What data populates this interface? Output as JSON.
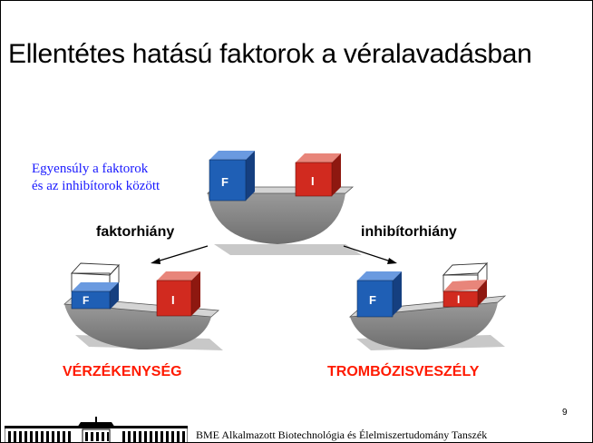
{
  "slide": {
    "title": "Ellentétes hatású faktorok a véralavadásban",
    "balanced_note_line1": "Egyensúly a faktorok",
    "balanced_note_line2": "és az inhibítorok között",
    "left_label": "faktorhiány",
    "right_label": "inhibítorhiány",
    "left_outcome": "VÉRZÉKENYSÉG",
    "right_outcome": "TROMBÓZISVESZÉLY",
    "factor_letter": "F",
    "inhibitor_letter": "I",
    "page_number": "9",
    "footer": "BME Alkalmazott Biotechnológia és Élelmiszertudomány Tanszék"
  },
  "colors": {
    "factor": "#1f5fb5",
    "inhibitor": "#d12a1f",
    "outcome": "#ff1a00",
    "note": "#1a1aff"
  }
}
